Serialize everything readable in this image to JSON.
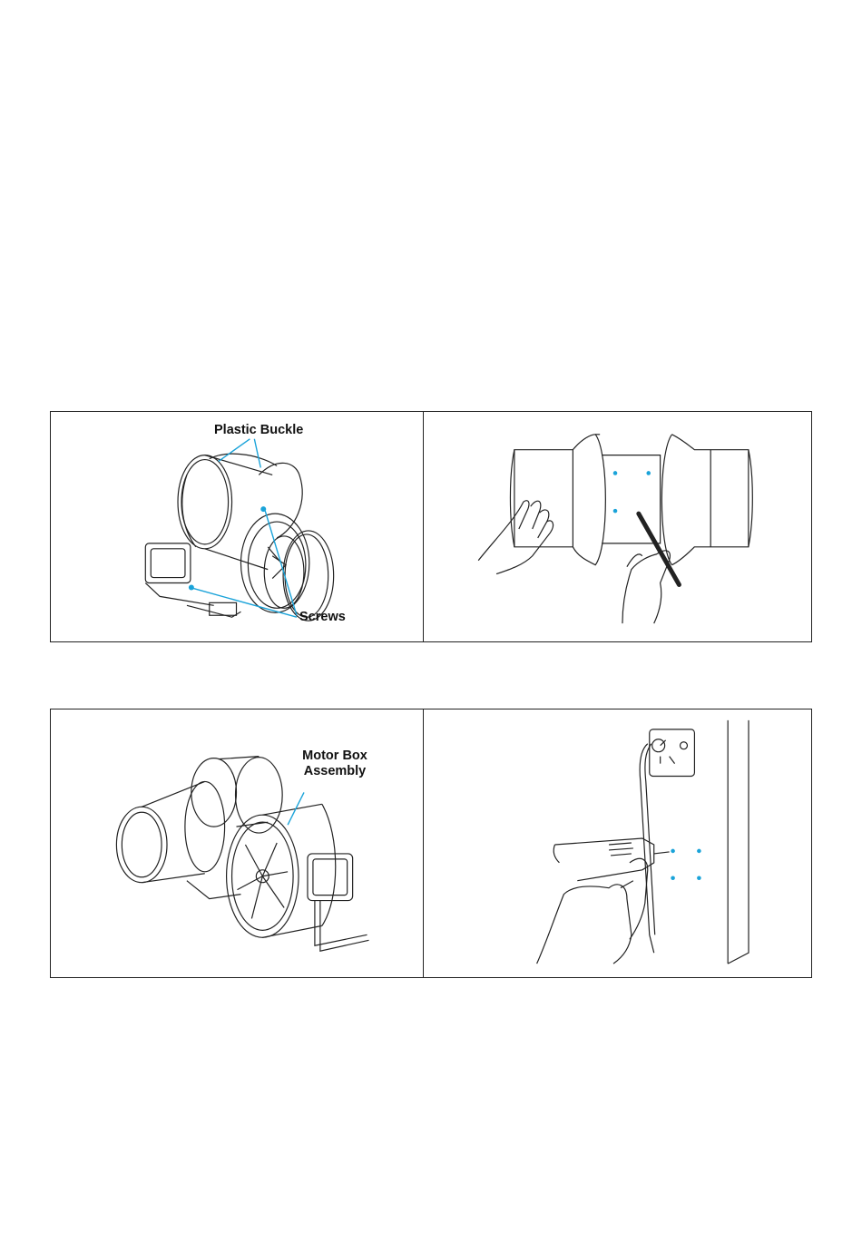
{
  "panels": {
    "buckle_screws": {
      "label_buckle": "Plastic Buckle",
      "label_screws": "Screws",
      "image_icon": "fan-buckle-screws-illustration"
    },
    "mark_holes": {
      "image_icon": "mark-wall-holes-illustration"
    },
    "motor_box": {
      "label_line1": "Motor Box",
      "label_line2": "Assembly",
      "image_icon": "motor-box-assembly-illustration"
    },
    "drill_holes": {
      "image_icon": "drill-wall-holes-illustration"
    }
  },
  "colors": {
    "line": "#222222",
    "callout": "#1aa3d9",
    "dot": "#1aa3d9"
  }
}
